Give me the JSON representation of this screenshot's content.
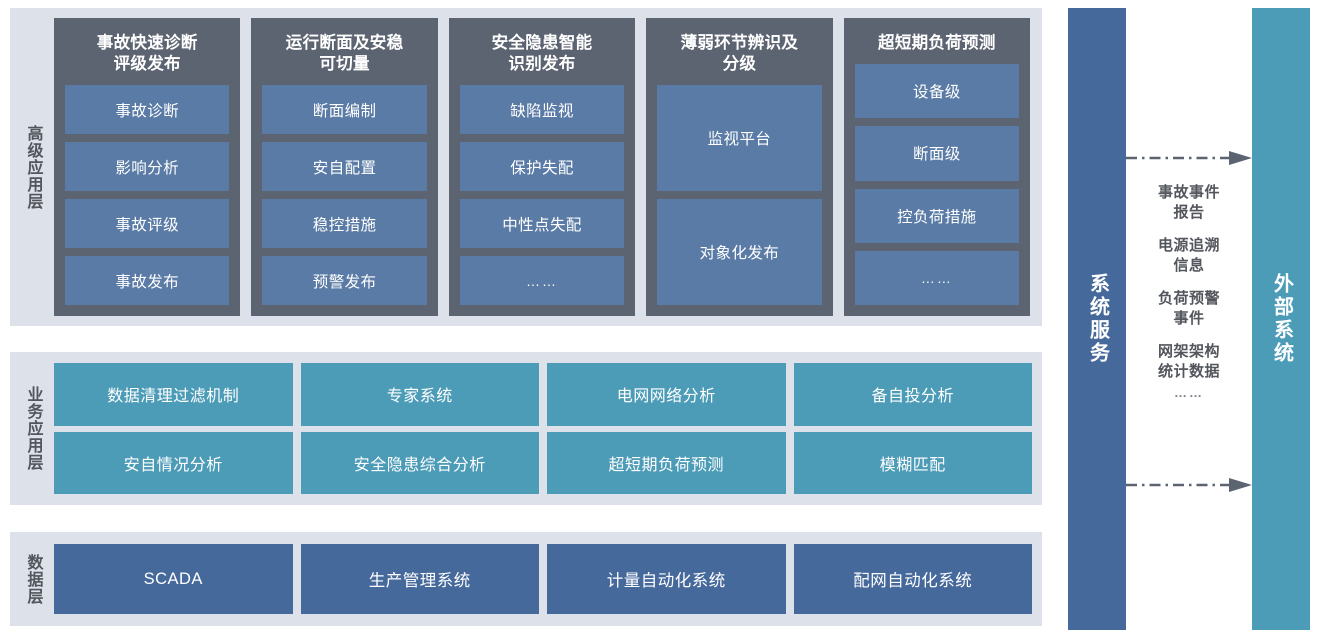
{
  "layers": [
    {
      "id": "advanced",
      "label": "高级应用层",
      "columns": [
        {
          "title": "事故快速诊断\n评级发布",
          "items": [
            {
              "label": "事故诊断"
            },
            {
              "label": "影响分析"
            },
            {
              "label": "事故评级"
            },
            {
              "label": "事故发布"
            }
          ]
        },
        {
          "title": "运行断面及安稳\n可切量",
          "items": [
            {
              "label": "断面编制"
            },
            {
              "label": "安自配置"
            },
            {
              "label": "稳控措施"
            },
            {
              "label": "预警发布"
            }
          ]
        },
        {
          "title": "安全隐患智能\n识别发布",
          "items": [
            {
              "label": "缺陷监视"
            },
            {
              "label": "保护失配"
            },
            {
              "label": "中性点失配"
            },
            {
              "label": "……"
            }
          ]
        },
        {
          "title": "薄弱环节辨识及\n分级",
          "items": [
            {
              "label": "监视平台"
            },
            {
              "label": "对象化发布"
            }
          ]
        },
        {
          "title": "超短期负荷预测",
          "items": [
            {
              "label": "设备级"
            },
            {
              "label": "断面级"
            },
            {
              "label": "控负荷措施"
            },
            {
              "label": "……"
            }
          ]
        }
      ]
    },
    {
      "id": "business",
      "label": "业务应用层",
      "items": [
        {
          "label": "数据清理过滤机制"
        },
        {
          "label": "专家系统"
        },
        {
          "label": "电网网络分析"
        },
        {
          "label": "备自投分析"
        },
        {
          "label": "安自情况分析"
        },
        {
          "label": "安全隐患综合分析"
        },
        {
          "label": "超短期负荷预测"
        },
        {
          "label": "模糊匹配"
        }
      ]
    },
    {
      "id": "data",
      "label": "数据层",
      "items": [
        {
          "label": "SCADA"
        },
        {
          "label": "生产管理系统"
        },
        {
          "label": "计量自动化系统"
        },
        {
          "label": "配网自动化系统"
        }
      ]
    }
  ],
  "side": {
    "system_service": {
      "label": "系统服务"
    },
    "external_system": {
      "label": "外部系统"
    },
    "flow_labels": [
      {
        "text": "事故事件\n报告"
      },
      {
        "text": "电源追溯\n信息"
      },
      {
        "text": "负荷预警\n事件"
      },
      {
        "text": "网架架构\n统计数据"
      },
      {
        "text": "……"
      }
    ]
  },
  "colors": {
    "panel_bg": "#dde1e9",
    "adv_column_bg": "#5c6472",
    "adv_item_bg": "#5a7ba6",
    "business_item_bg": "#4c9cb8",
    "data_item_bg": "#46699b",
    "system_service_bg": "#46699b",
    "external_system_bg": "#4c9cb8",
    "arrow_color": "#5c6472",
    "label_text": "#53565c"
  }
}
